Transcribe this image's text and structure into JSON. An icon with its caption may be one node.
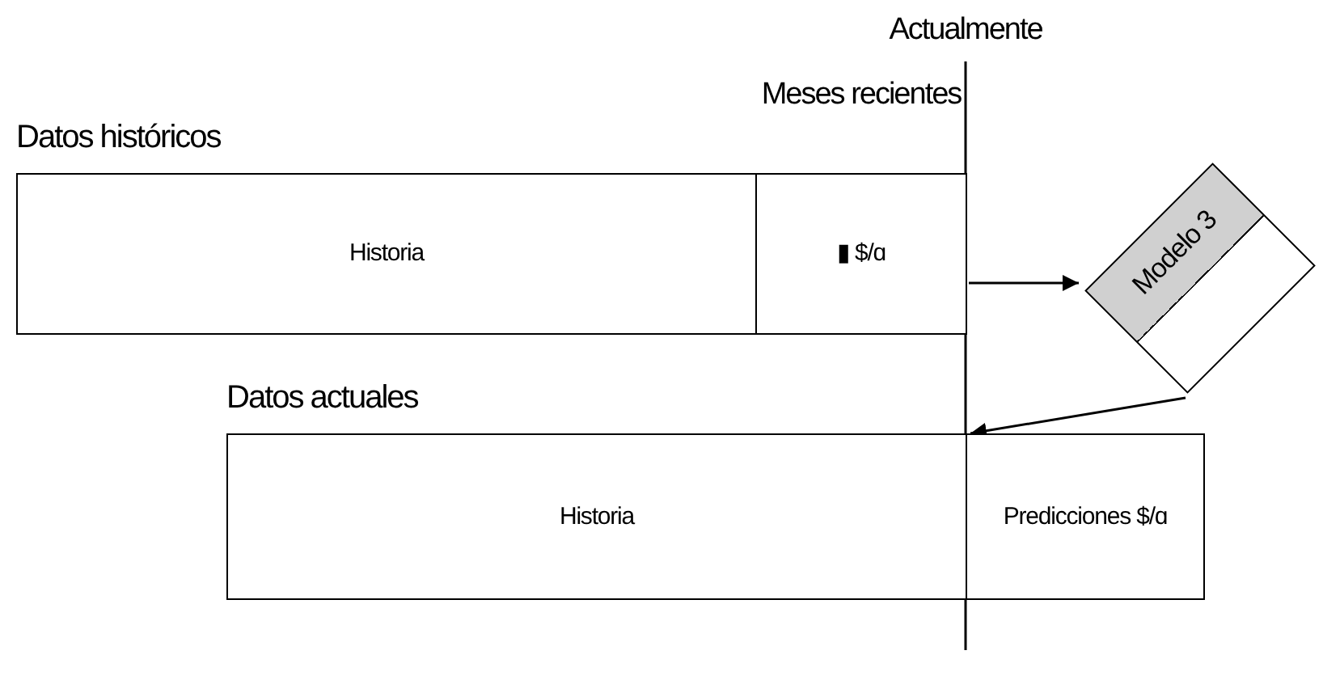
{
  "diagram": {
    "nodes": [
      {
        "text": [
          "Datos históricos",
          "Historia"
        ]
      },
      {
        "text": [
          "Meses recientes",
          "▮ $/ɑ"
        ]
      },
      {
        "text": [
          "Modelo 3"
        ]
      },
      {
        "text": [
          "Datos actuales",
          "Historia"
        ]
      },
      {
        "text": [
          "Predicciones $/ɑ"
        ]
      }
    ],
    "edges": [
      {
        "from": 1,
        "to": 2,
        "arrow": "to"
      },
      {
        "from": 2,
        "to": 4,
        "arrow": "to"
      }
    ],
    "labels": [
      "Actualmente"
    ]
  }
}
